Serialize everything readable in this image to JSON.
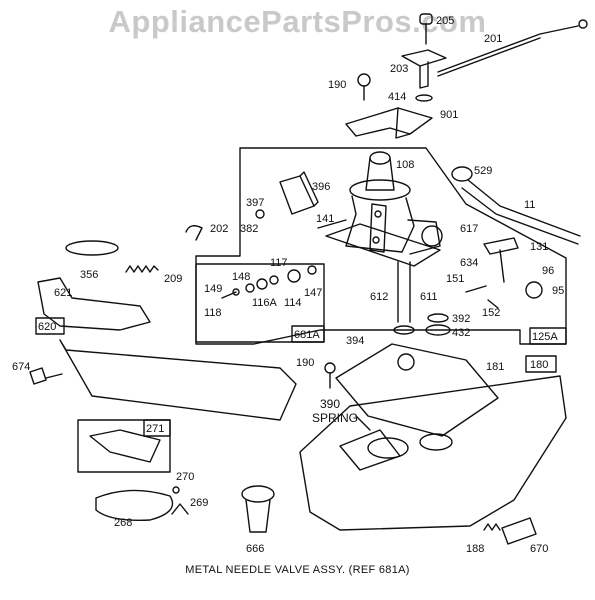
{
  "watermark": "AppliancePartsPros.com",
  "caption": "METAL NEEDLE VALVE ASSY. (REF 681A)",
  "part_labels": {
    "p201": "201",
    "p205": "205",
    "p203": "203",
    "p190a": "190",
    "p414": "414",
    "p901": "901",
    "p108": "108",
    "p529": "529",
    "p11": "11",
    "p396": "396",
    "p397": "397",
    "p382": "382",
    "p141": "141",
    "p202": "202",
    "p356": "356",
    "p209": "209",
    "p617": "617",
    "p131": "131",
    "p634": "634",
    "p96": "96",
    "p151": "151",
    "p95": "95",
    "p152": "152",
    "p612": "612",
    "p611": "611",
    "p392": "392",
    "p432": "432",
    "p148": "148",
    "p117": "117",
    "p149": "149",
    "p147": "147",
    "p118": "118",
    "p116a": "116A",
    "p114": "114",
    "p621": "621",
    "p674": "674",
    "p394": "394",
    "p190b": "190",
    "p181": "181",
    "p390": "390",
    "spring": "SPRING",
    "p270": "270",
    "p269": "269",
    "p268": "268",
    "p666": "666",
    "p188": "188",
    "p670": "670"
  },
  "box_labels": {
    "b681a": "681A",
    "b125a": "125A",
    "b620": "620",
    "b180": "180",
    "b271": "271"
  }
}
